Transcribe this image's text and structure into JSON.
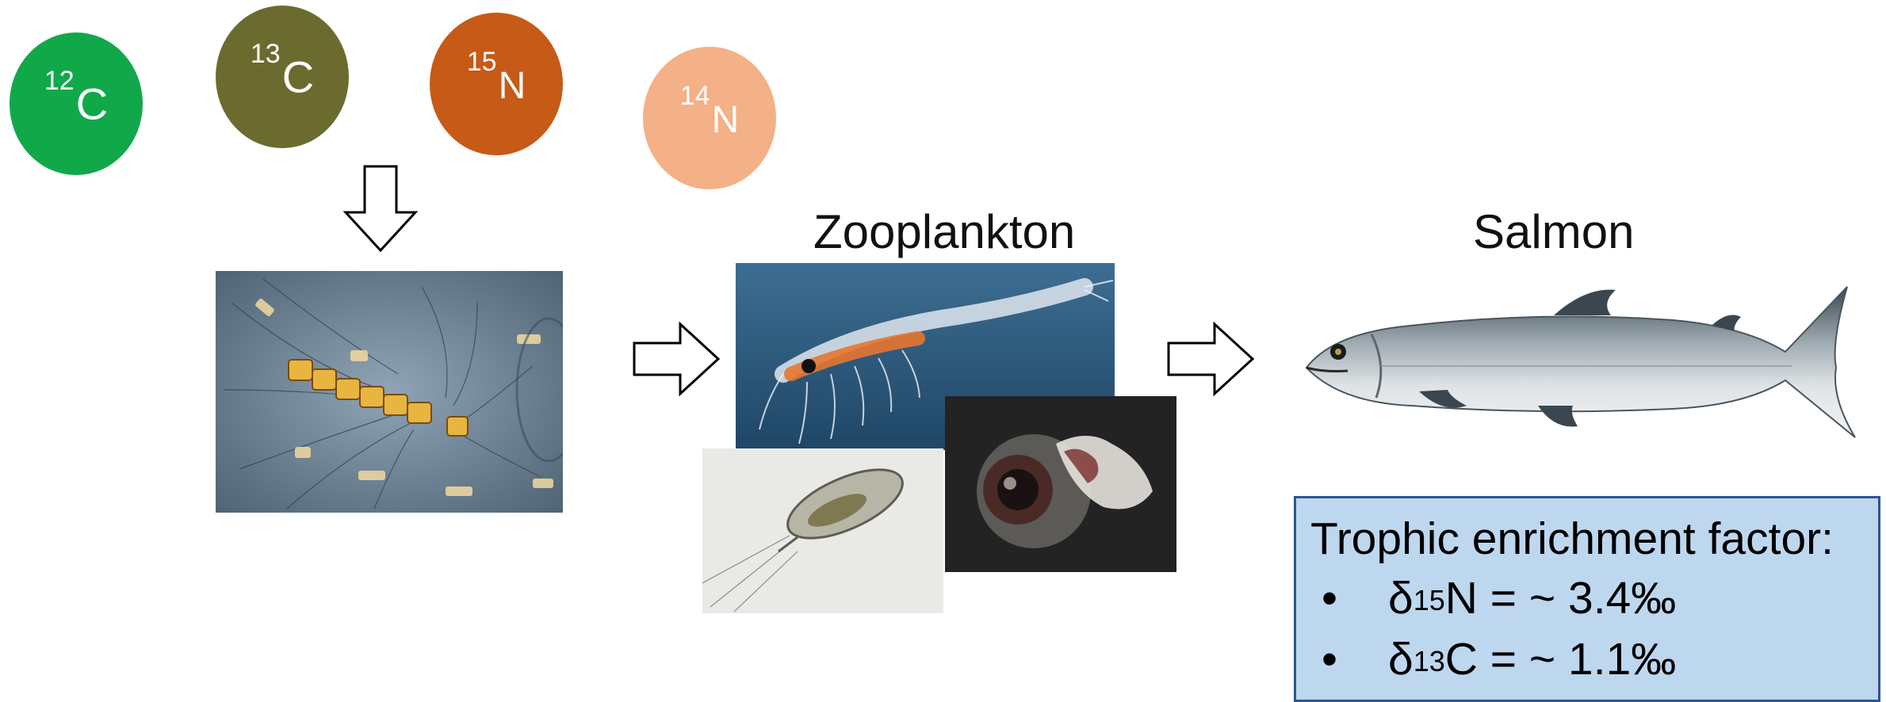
{
  "isotopes": [
    {
      "mass": "12",
      "element": "C",
      "color": "#11a84a"
    },
    {
      "mass": "13",
      "element": "C",
      "color": "#6b6b2f"
    },
    {
      "mass": "15",
      "element": "N",
      "color": "#c65a16"
    },
    {
      "mass": "14",
      "element": "N",
      "color": "#f4b086"
    }
  ],
  "labels": {
    "zooplankton": "Zooplankton",
    "salmon": "Salmon"
  },
  "info": {
    "title": "Trophic enrichment factor:",
    "bullet": "•",
    "rows": [
      {
        "symbol": "δ",
        "mass": "15",
        "element": "N",
        "value": " = ~ 3.4‰"
      },
      {
        "symbol": "δ",
        "mass": "13",
        "element": "C",
        "value": " = ~ 1.1‰"
      }
    ]
  }
}
